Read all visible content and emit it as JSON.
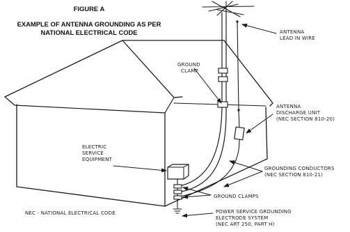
{
  "figure": {
    "label": "FIGURE A",
    "title_line1": "EXAMPLE OF ANTENNA GROUNDING AS PER",
    "title_line2": "NATIONAL ELECTRICAL CODE"
  },
  "labels": {
    "antenna_lead_in": [
      "ANTENNA",
      "LEAD IN WIRE"
    ],
    "ground_clamp": [
      "GROUND",
      "CLAMP"
    ],
    "discharge_unit": [
      "ANTENNA",
      "DISCHARGE UNIT",
      "(NEC SECTION 810-20)"
    ],
    "service_equipment": [
      "ELECTRIC",
      "SERVICE",
      "EQUIPMENT"
    ],
    "grounding_conductors": [
      "GROUNDING CONDUCTORS",
      "(NEC SECTION 810-21)"
    ],
    "ground_clamps": [
      "GROUND CLAMPS"
    ],
    "nec": [
      "NEC - NATIONAL ELECTRICAL CODE"
    ],
    "power_service_grounding": [
      "POWER SERVICE GROUNDING",
      "ELECTRODE SYSTEM",
      "(NEC ART 250, PART H)"
    ]
  }
}
